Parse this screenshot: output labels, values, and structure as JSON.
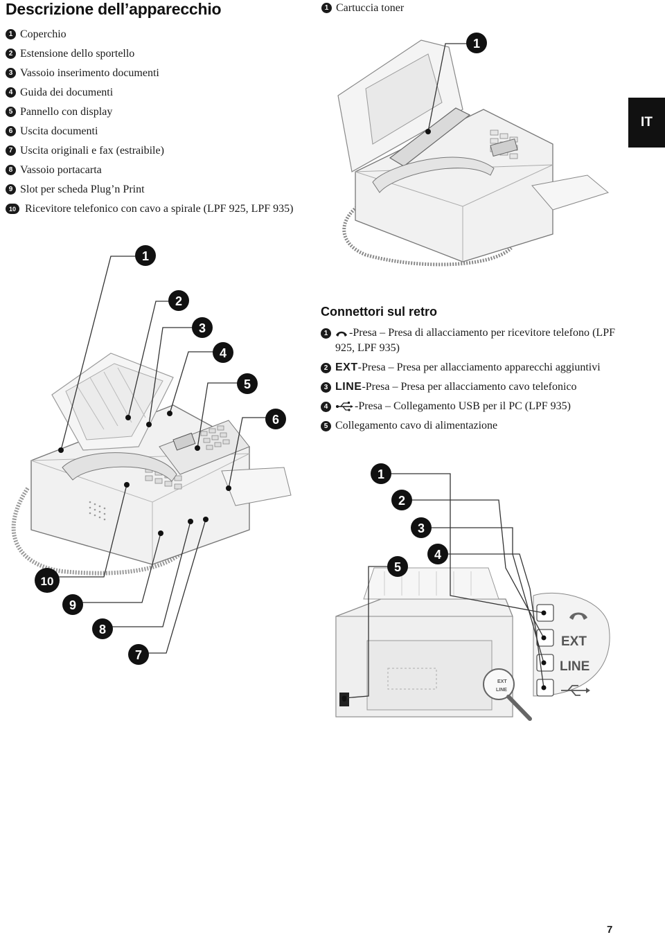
{
  "heading": "Descrizione dell’apparecchio",
  "parts": [
    {
      "n": "1",
      "label": "Coperchio"
    },
    {
      "n": "2",
      "label": "Estensione dello sportello"
    },
    {
      "n": "3",
      "label": "Vassoio inserimento documenti"
    },
    {
      "n": "4",
      "label": "Guida dei documenti"
    },
    {
      "n": "5",
      "label": "Pannello con display"
    },
    {
      "n": "6",
      "label": "Uscita documenti"
    },
    {
      "n": "7",
      "label": "Uscita originali e fax (estraibile)"
    },
    {
      "n": "8",
      "label": "Vassoio portacarta"
    },
    {
      "n": "9",
      "label": "Slot per scheda Plug’n Print"
    },
    {
      "n": "10",
      "label": "Ricevitore telefonico con cavo a spirale (LPF 925, LPF 935)"
    }
  ],
  "toner": {
    "n": "1",
    "label": "Cartuccia toner"
  },
  "language_tab": "IT",
  "connectors": {
    "heading": "Connettori sul retro",
    "items": [
      {
        "n": "1",
        "keyword": "",
        "icon": "handset-icon",
        "text": "-Presa – Presa di allacciamento per ricevitore telefono (LPF 925, LPF 935)"
      },
      {
        "n": "2",
        "keyword": "EXT",
        "icon": "",
        "text": "-Presa – Presa per allacciamento apparecchi aggiuntivi"
      },
      {
        "n": "3",
        "keyword": "LINE",
        "icon": "",
        "text": "-Presa – Presa per allacciamento cavo telefonico"
      },
      {
        "n": "4",
        "keyword": "",
        "icon": "usb-icon",
        "text": "-Presa – Collegamento USB per il PC (LPF 935)"
      },
      {
        "n": "5",
        "keyword": "",
        "icon": "",
        "text": "Collegamento cavo di alimentazione"
      }
    ]
  },
  "figures": {
    "top_callouts": [
      "1"
    ],
    "main_callouts": [
      "1",
      "2",
      "3",
      "4",
      "5",
      "6",
      "10",
      "9",
      "8",
      "7"
    ],
    "rear_callouts": [
      "1",
      "2",
      "3",
      "4",
      "5"
    ],
    "port_labels": [
      "EXT",
      "LINE"
    ],
    "loupe_labels": [
      "EXT",
      "LINE"
    ]
  },
  "page_number": "7",
  "colors": {
    "ink": "#1a1a1a",
    "line": "#555555",
    "device": "#f1f1f1",
    "device_shade": "#dcdcdc"
  }
}
